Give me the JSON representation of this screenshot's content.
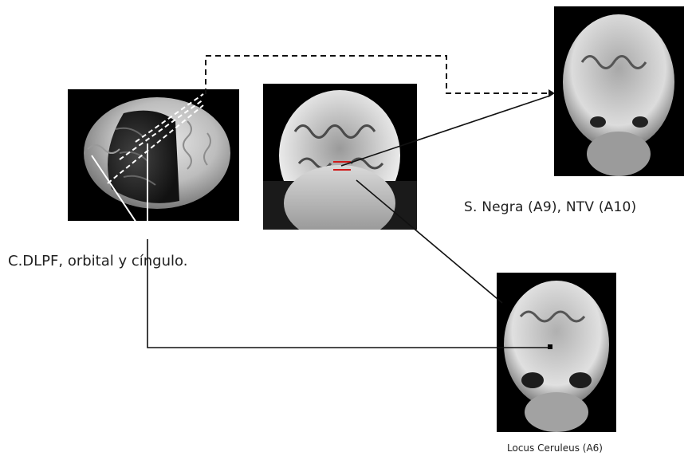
{
  "labels": {
    "cortex": "C.DLPF, orbital y cíngulo.",
    "substantia_nigra": "S. Negra (A9), NTV (A10)",
    "locus_ceruleus": "Locus Ceruleus  (A6)"
  },
  "panels": {
    "brain_3d": "3d-brain-render",
    "coronal_center": "coronal-mri-face",
    "coronal_top_right": "coronal-mri-head-top",
    "coronal_bottom_right": "coronal-mri-head-bottom"
  },
  "colors": {
    "background": "#ffffff",
    "line": "#111111",
    "marker_red": "#d11a1a"
  }
}
